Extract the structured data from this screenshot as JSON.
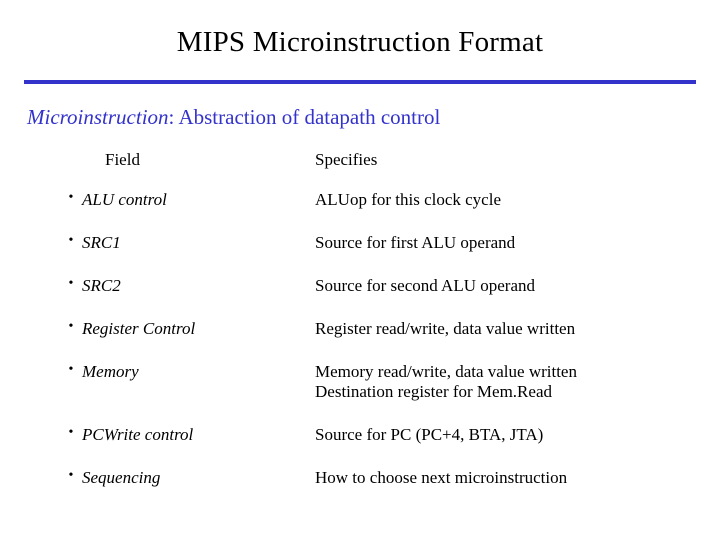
{
  "slide": {
    "title": "MIPS Microinstruction Format",
    "subtitle_em": "Microinstruction",
    "subtitle_rest": ": Abstraction of datapath control",
    "accent_color": "#3333cc",
    "headers": {
      "field": "Field",
      "specifies": "Specifies"
    },
    "bullet_glyph": "•",
    "rows": [
      {
        "field": "ALU control",
        "specifies": "ALUop for this clock cycle",
        "specifies_line2": ""
      },
      {
        "field": "SRC1",
        "specifies": "Source for first ALU operand",
        "specifies_line2": ""
      },
      {
        "field": "SRC2",
        "specifies": "Source for second ALU operand",
        "specifies_line2": ""
      },
      {
        "field": "Register Control",
        "specifies": "Register read/write, data value written",
        "specifies_line2": ""
      },
      {
        "field": "Memory",
        "specifies": "Memory read/write, data value written",
        "specifies_line2": "Destination register for Mem.Read"
      },
      {
        "field": "PCWrite control",
        "specifies": "Source for PC (PC+4, BTA, JTA)",
        "specifies_line2": ""
      },
      {
        "field": "Sequencing",
        "specifies": "How to choose next microinstruction",
        "specifies_line2": ""
      }
    ]
  }
}
